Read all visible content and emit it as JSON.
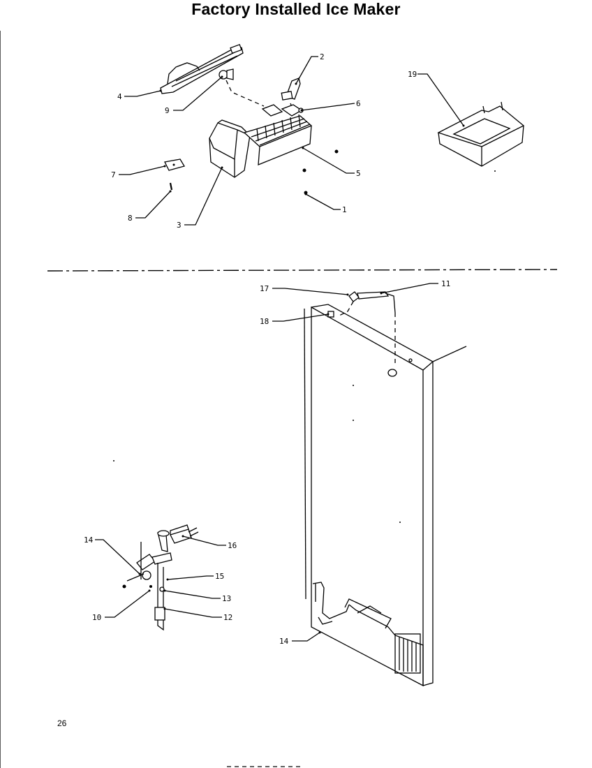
{
  "title": "Factory Installed Ice Maker",
  "page_number": "26",
  "callouts": {
    "c1": "1",
    "c2": "2",
    "c3": "3",
    "c4": "4",
    "c5": "5",
    "c6": "6",
    "c7": "7",
    "c8": "8",
    "c9": "9",
    "c10": "10",
    "c11": "11",
    "c12": "12",
    "c13": "13",
    "c14a": "14",
    "c14b": "14",
    "c15": "15",
    "c16": "16",
    "c17": "17",
    "c18": "18",
    "c19": "19"
  }
}
